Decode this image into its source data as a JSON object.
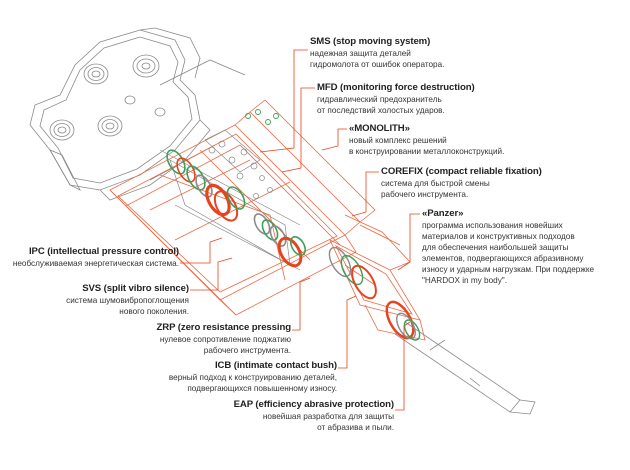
{
  "colors": {
    "accent": "#e8431f",
    "outline": "#8a8a8a",
    "seal_green": "#3aa05a"
  },
  "callouts": {
    "sms": {
      "title": "SMS (stop moving system)",
      "lines": [
        "надежная защита деталей",
        "гидромолота от ошибок оператора."
      ]
    },
    "mfd": {
      "title": "MFD (monitoring force destruction)",
      "lines": [
        "гидравлический предохранитель",
        "от последствий холостых ударов."
      ]
    },
    "monolith": {
      "title": "«MONOLITH»",
      "lines": [
        "новый комплекс решений",
        "в конструировании металлоконструкций."
      ]
    },
    "corefix": {
      "title": "COREFIX (compact reliable fixation)",
      "lines": [
        "система для быстрой смены",
        "рабочего инструмента."
      ]
    },
    "panzer": {
      "title": "«Panzer»",
      "lines": [
        "программа использования новейших",
        "материалов и конструктивных подходов",
        "для обеспечения наибольшей защиты",
        "элементов, подвергающихся абразивному",
        "износу и ударным нагрузкам. При поддержке",
        "\"HARDOX in my body\"."
      ]
    },
    "ipc": {
      "title": "IPC (intellectual pressure control)",
      "lines": [
        "необслуживаемая энергетическая система."
      ]
    },
    "svs": {
      "title": "SVS (split vibro silence)",
      "lines": [
        "система шумовибропоглощения",
        "нового поколения."
      ]
    },
    "zrp": {
      "title": "ZRP (zero resistance pressing",
      "lines": [
        "нулевое сопротивление поджатию",
        "рабочего инструмента."
      ]
    },
    "icb": {
      "title": "ICB (intimate contact bush)",
      "lines": [
        "верный подход к конструированию деталей,",
        "подвергающихся повышенному износу."
      ]
    },
    "eap": {
      "title": "EAP (efficiency abrasive protection)",
      "lines": [
        "новейшая разработка для защиты",
        "от абразива и пыли."
      ]
    }
  }
}
